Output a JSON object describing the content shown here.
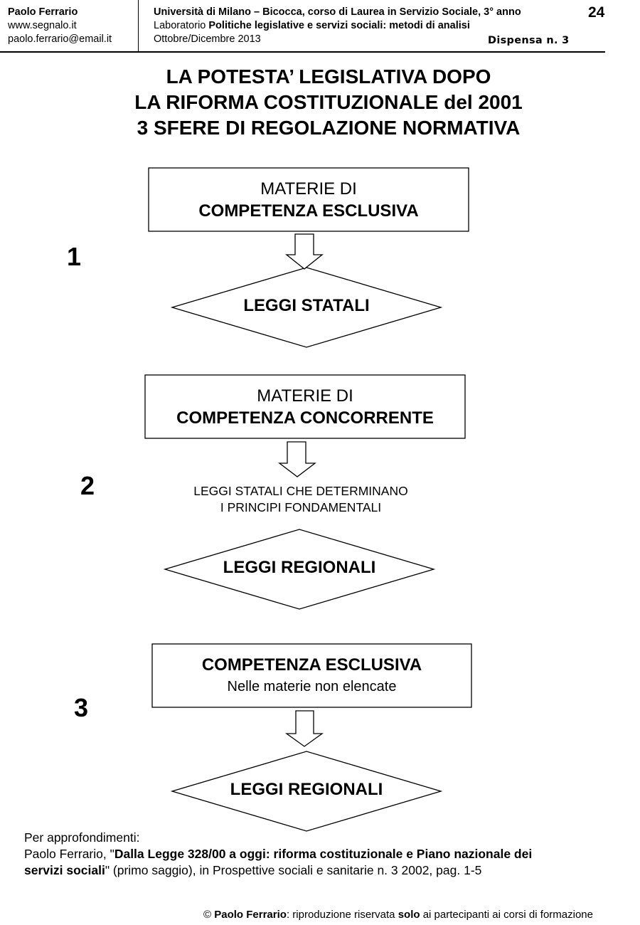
{
  "header": {
    "author": "Paolo Ferrario",
    "website": "www.segnalo.it",
    "email": "paolo.ferrario@email.it",
    "university_line": "Università di Milano – Bicocca, corso di  Laurea in Servizio Sociale, 3° anno",
    "lab_prefix": "Laboratorio ",
    "lab_title": "Politiche legislative e servizi sociali: metodi di analisi",
    "period": "Ottobre/Dicembre 2013",
    "dispensa": "Dispensa n. 3",
    "page_number": "24"
  },
  "title": {
    "line1": "LA POTESTA’ LEGISLATIVA DOPO",
    "line2": "LA RIFORMA COSTITUZIONALE del 2001",
    "line3": "3 SFERE DI REGOLAZIONE NORMATIVA"
  },
  "spheres": [
    {
      "number": "1",
      "box_line1": "MATERIE DI",
      "box_line2": "COMPETENZA ESCLUSIVA",
      "diamond_label": "LEGGI STATALI"
    },
    {
      "number": "2",
      "box_line1": "MATERIE DI",
      "box_line2": "COMPETENZA CONCORRENTE",
      "intermediate_line1": "LEGGI STATALI CHE DETERMINANO",
      "intermediate_line2": "I PRINCIPI FONDAMENTALI",
      "diamond_label": "LEGGI REGIONALI"
    },
    {
      "number": "3",
      "box_line1": "COMPETENZA ESCLUSIVA",
      "box_line2": "Nelle materie non elencate",
      "diamond_label": "LEGGI REGIONALI"
    }
  ],
  "references": {
    "intro": "Per approfondimenti:",
    "author_prefix": "Paolo Ferrario, \"",
    "title_bold_1": "Dalla Legge 328/00 a oggi: riforma costituzionale e Piano nazionale dei",
    "title_bold_2": "servizi sociali",
    "suffix": "\" (primo saggio), in Prospettive sociali e sanitarie n. 3 2002, pag. 1-5"
  },
  "footer": {
    "symbol": "© ",
    "author": "Paolo Ferrario",
    "text1": ": riproduzione riservata ",
    "bold_word": "solo",
    "text2": " ai partecipanti ai corsi di formazione"
  }
}
